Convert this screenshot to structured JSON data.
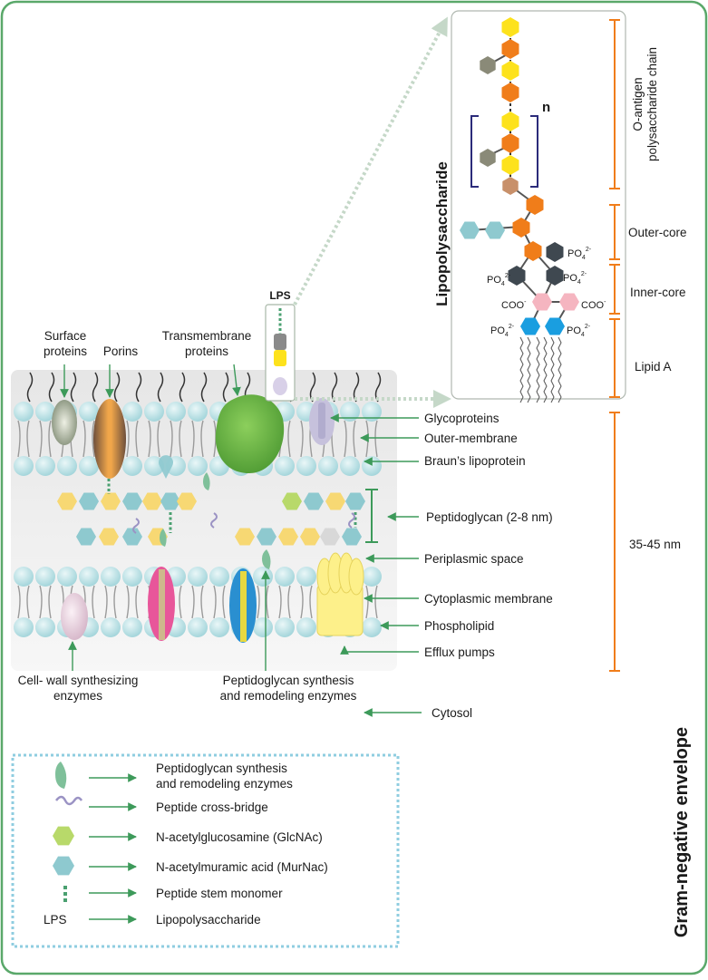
{
  "title": "Gram-negative envelope",
  "structure_labels": {
    "surface_proteins": [
      "Surface",
      "proteins"
    ],
    "porins": "Porins",
    "transmembrane": [
      "Transmembrane",
      "proteins"
    ],
    "lps": "LPS",
    "cell_wall_enzymes": [
      "Cell- wall synthesizing",
      "enzymes"
    ],
    "pg_enzymes": [
      "Peptidoglycan synthesis",
      "and remodeling enzymes"
    ]
  },
  "right_labels": {
    "glycoproteins": "Glycoproteins",
    "outer_membrane": "Outer-membrane",
    "brauns": "Braun’s lipoprotein",
    "peptidoglycan": "Peptidoglycan (2-8 nm)",
    "periplasmic": "Periplasmic space",
    "cytoplasmic": "Cytoplasmic  membrane",
    "phospholipid": "Phospholipid",
    "efflux": "Efflux pumps",
    "cytosol": "Cytosol",
    "thickness": "35-45 nm"
  },
  "lps_panel": {
    "title": "Lipopolysaccharide",
    "n": "n",
    "o_antigen": [
      "O-antigen",
      "polysaccharide chain"
    ],
    "outer_core": "Outer-core",
    "inner_core": "Inner-core",
    "lipid_a": "Lipid A",
    "po4": "PO",
    "po4_sub": "4",
    "po4_sup": "2-",
    "coo": "COO",
    "coo_sup": "-"
  },
  "legend": {
    "items": [
      {
        "label": [
          "Peptidoglycan synthesis",
          "and remodeling enzymes"
        ],
        "icon": "enzyme-drop-icon"
      },
      {
        "label": [
          "Peptide cross-bridge"
        ],
        "icon": "cross-bridge-coil-icon"
      },
      {
        "label": [
          "N-acetylglucosamine (GlcNAc)"
        ],
        "icon": "glcnac-hexagon-icon"
      },
      {
        "label": [
          "N-acetylmuramic acid (MurNac)"
        ],
        "icon": "murnac-hexagon-icon"
      },
      {
        "label": [
          "Peptide stem monomer"
        ],
        "icon": "peptide-stem-icon"
      },
      {
        "label": [
          "Lipopolysaccharide"
        ],
        "icon": "lps-text-icon",
        "key": "LPS"
      }
    ]
  },
  "colors": {
    "frame": "#5aa86a",
    "arrow": "#3d9a5a",
    "orange": "#f07d1a",
    "yellow": "#fde21c",
    "murnac": "#8ec9cf",
    "glcnac": "#b8d96a",
    "pg_yellow": "#f7d873",
    "bead": "#b9e2e6",
    "legend_border": "#8fcde0"
  }
}
